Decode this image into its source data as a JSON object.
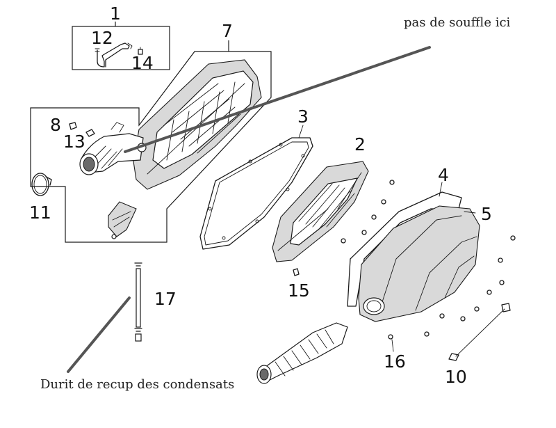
{
  "part_numbers": {
    "p1": "1",
    "p2": "2",
    "p3": "3",
    "p4": "4",
    "p5": "5",
    "p7": "7",
    "p8": "8",
    "p10": "10",
    "p11": "11",
    "p12": "12",
    "p13": "13",
    "p14": "14",
    "p15": "15",
    "p16": "16",
    "p17": "17"
  },
  "annotations": {
    "top_right": "pas de souffle ici",
    "bottom_left": "Durit de recup des condensats"
  },
  "colors": {
    "line": "#1a1a1a",
    "annotation_stroke": "#555555"
  }
}
